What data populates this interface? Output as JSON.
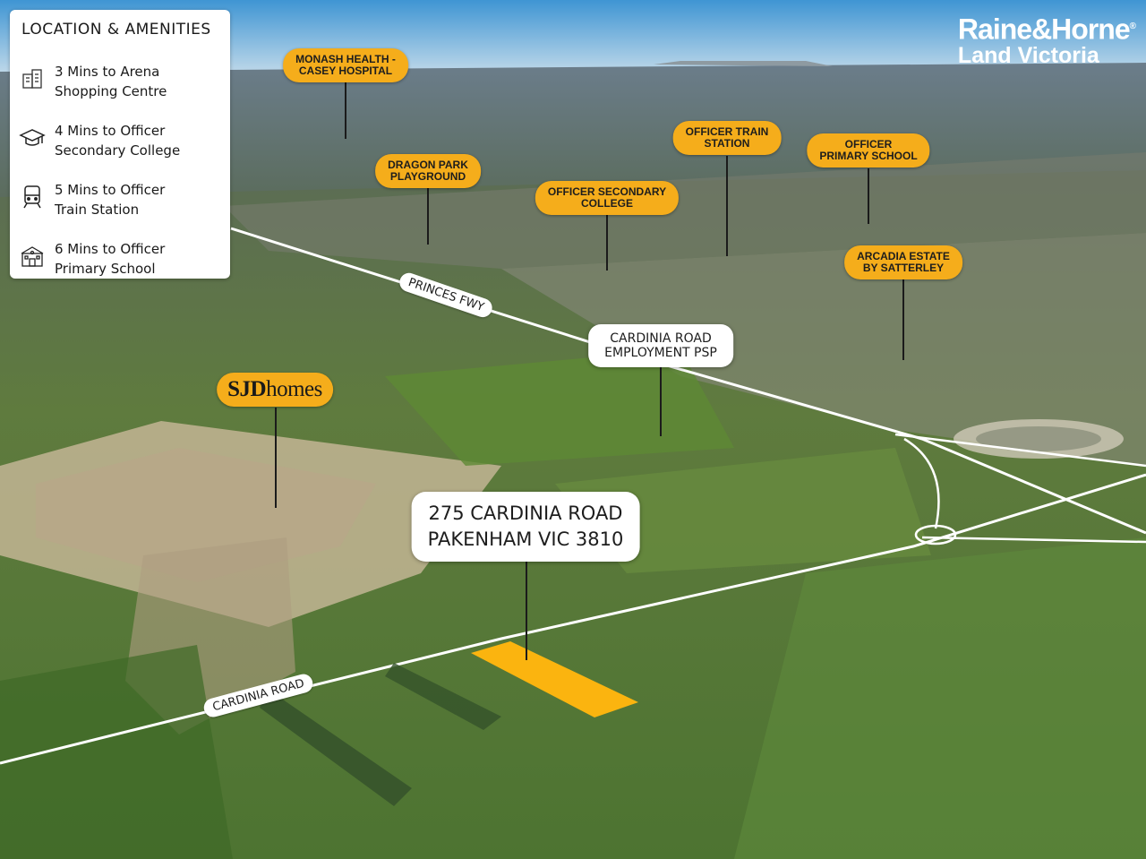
{
  "brand": {
    "name": "Raine&Horne",
    "registered_mark": "®",
    "sub": "Land Victoria"
  },
  "panel": {
    "title": "LOCATION & AMENITIES",
    "items": [
      {
        "icon": "shopping-centre-icon",
        "text": "3 Mins to Arena\nShopping Centre"
      },
      {
        "icon": "graduation-cap-icon",
        "text": "4 Mins to Officer\nSecondary College"
      },
      {
        "icon": "train-icon",
        "text": "5 Mins to Officer\nTrain Station"
      },
      {
        "icon": "school-building-icon",
        "text": "6 Mins to Officer\nPrimary School"
      }
    ]
  },
  "markers": {
    "monash": "MONASH HEALTH -\nCASEY HOSPITAL",
    "dragon": "DRAGON PARK\nPLAYGROUND",
    "secondary": "OFFICER SECONDARY\nCOLLEGE",
    "train": "OFFICER TRAIN\nSTATION",
    "primary": "OFFICER\nPRIMARY SCHOOL",
    "arcadia": "ARCADIA ESTATE\nBY SATTERLEY",
    "psp": "CARDINIA ROAD\nEMPLOYMENT PSP",
    "sjd_bold": "SJD",
    "sjd_rest": "homes",
    "property": "275 CARDINIA ROAD\nPAKENHAM VIC 3810"
  },
  "roads": {
    "princes": "PRINCES FWY",
    "cardinia": "CARDINIA ROAD"
  },
  "colors": {
    "accent": "#f5ad1b",
    "sky": "#4f9fd6",
    "grass": "#5a7e39",
    "plot": "#fbb40f"
  }
}
